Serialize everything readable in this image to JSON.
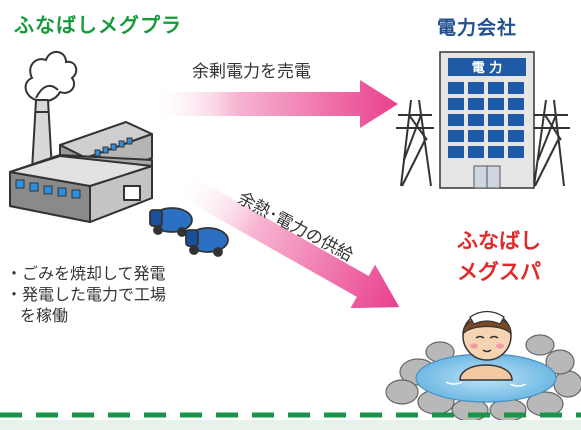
{
  "plant": {
    "title": "ふなばしメグプラ"
  },
  "power_company": {
    "title": "電力会社",
    "sign": "電 力"
  },
  "arrows": {
    "to_power_company": "余剰電力を売電",
    "to_spa": "余熱･電力の供給"
  },
  "spa": {
    "title_line1": "ふなばし",
    "title_line2": "メグスパ"
  },
  "bullets": [
    "・ごみを焼却して発電",
    "・発電した電力で工場",
    "を稼働"
  ],
  "colors": {
    "plant_title": "#169a3c",
    "power_title": "#23508f",
    "spa_title": "#e02a2a",
    "arrow": "#e8408c",
    "dash": "#1a9448"
  }
}
